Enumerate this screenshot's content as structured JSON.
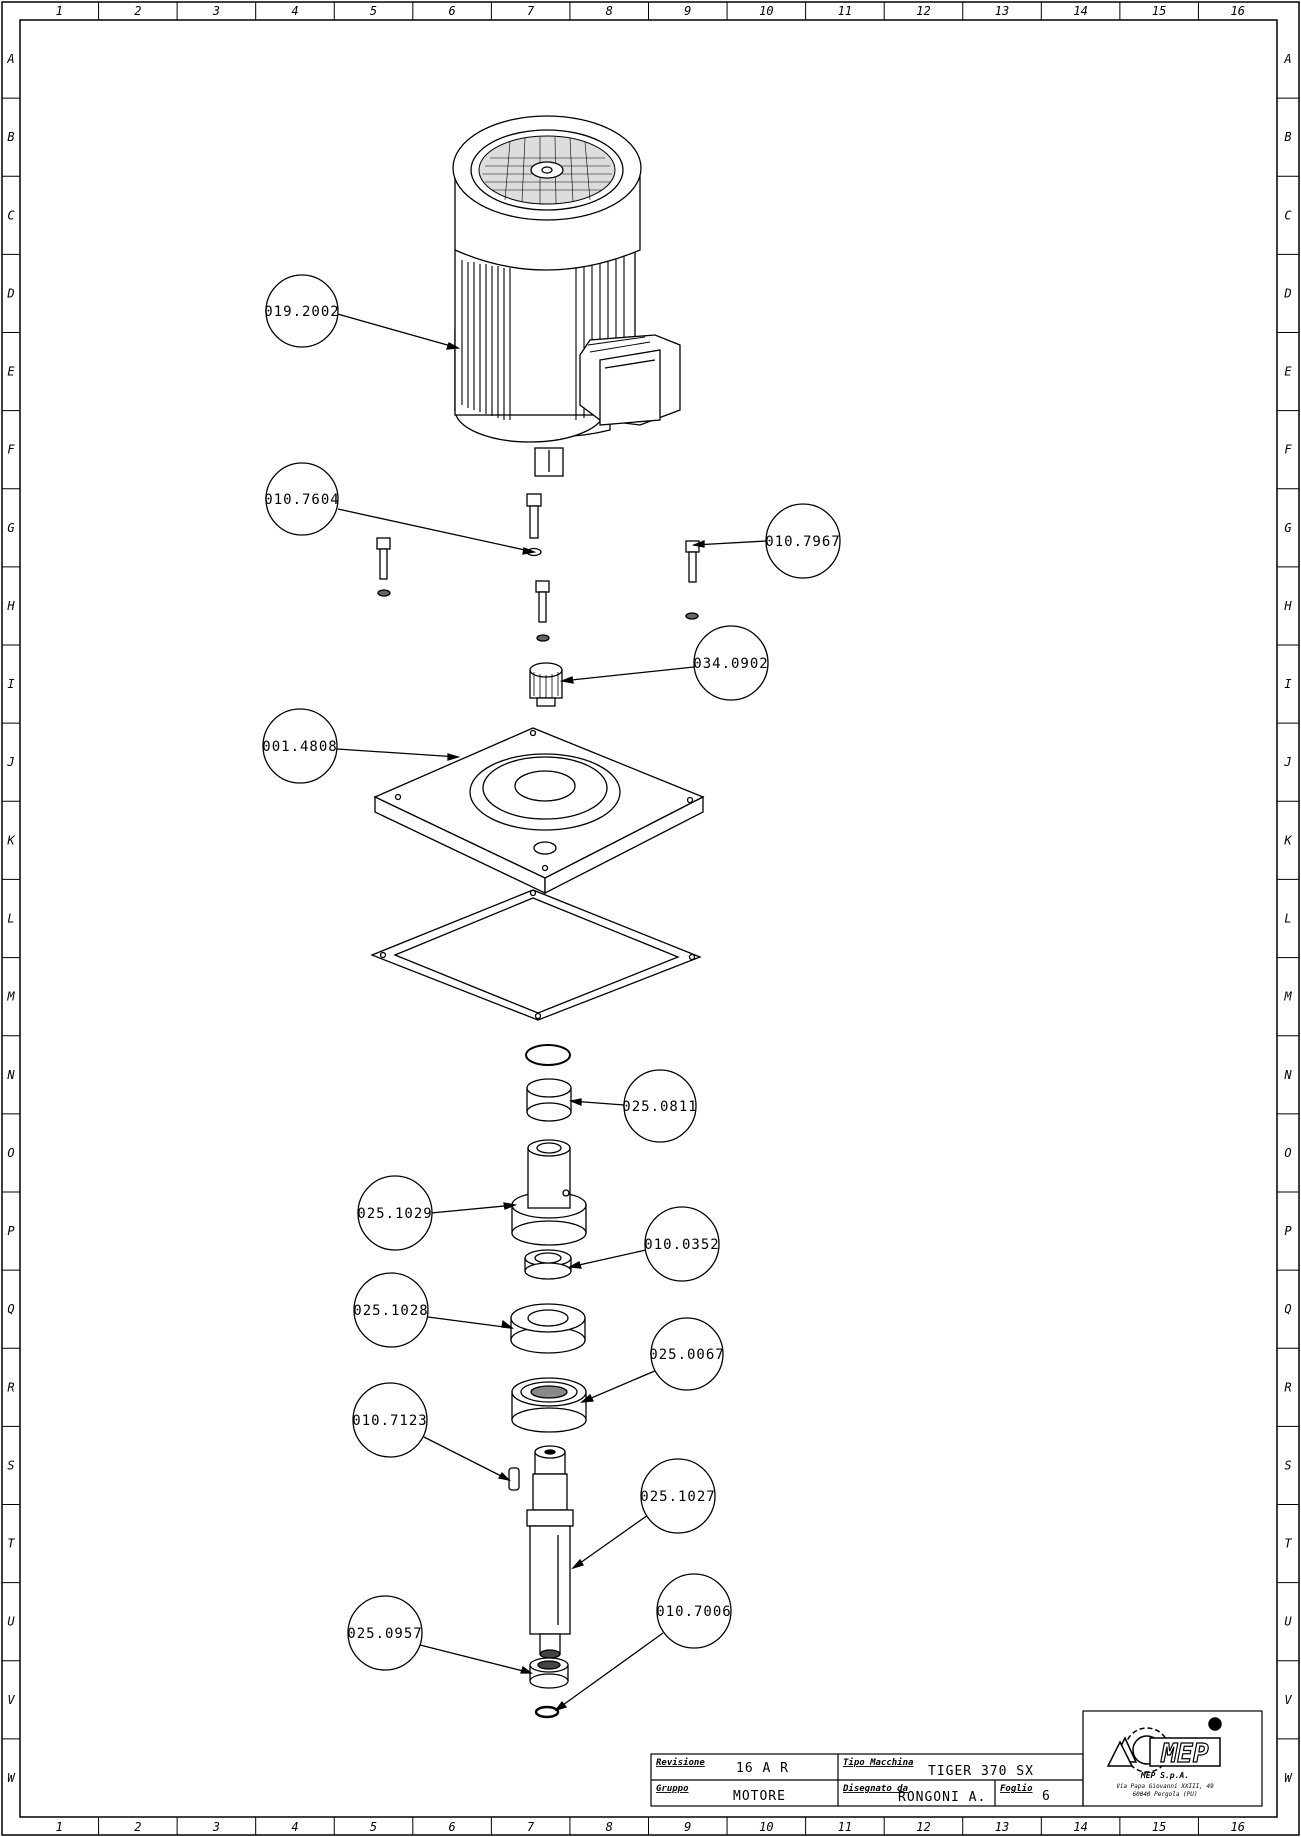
{
  "border": {
    "columns": [
      "1",
      "2",
      "3",
      "4",
      "5",
      "6",
      "7",
      "8",
      "9",
      "10",
      "11",
      "12",
      "13",
      "14",
      "15",
      "16"
    ],
    "rows": [
      "A",
      "B",
      "C",
      "D",
      "E",
      "F",
      "G",
      "H",
      "I",
      "J",
      "K",
      "L",
      "M",
      "N",
      "O",
      "P",
      "Q",
      "R",
      "S",
      "T",
      "U",
      "V",
      "W"
    ]
  },
  "callouts": [
    {
      "id": "motor",
      "label": "019.2002"
    },
    {
      "id": "screw-a",
      "label": "010.7604"
    },
    {
      "id": "screw-b",
      "label": "010.7967"
    },
    {
      "id": "coupling",
      "label": "034.0902"
    },
    {
      "id": "plate",
      "label": "001.4808"
    },
    {
      "id": "bushing",
      "label": "025.0811"
    },
    {
      "id": "hub",
      "label": "025.1029"
    },
    {
      "id": "ring",
      "label": "010.0352"
    },
    {
      "id": "cam",
      "label": "025.1028"
    },
    {
      "id": "bearing",
      "label": "025.0067"
    },
    {
      "id": "key",
      "label": "010.7123"
    },
    {
      "id": "shaft",
      "label": "025.1027"
    },
    {
      "id": "bearing-small",
      "label": "025.0957"
    },
    {
      "id": "circlip",
      "label": "010.7006"
    }
  ],
  "title_block": {
    "revision_label": "Revisione",
    "revision_value": "16 A R",
    "machine_type_label": "Tipo Macchina",
    "machine_type_value": "TIGER 370 SX",
    "group_label": "Gruppo",
    "group_value": "MOTORE",
    "drawn_by_label": "Disegnato da",
    "drawn_by_value": "RONGONI A.",
    "sheet_label": "Foglio",
    "sheet_value": "6",
    "company_logo": "MEP",
    "company_name": "MEP S.p.A.",
    "company_address_1": "Via Papa Giovanni XXIII, 49",
    "company_address_2": "60040 Pergola (PU)"
  }
}
